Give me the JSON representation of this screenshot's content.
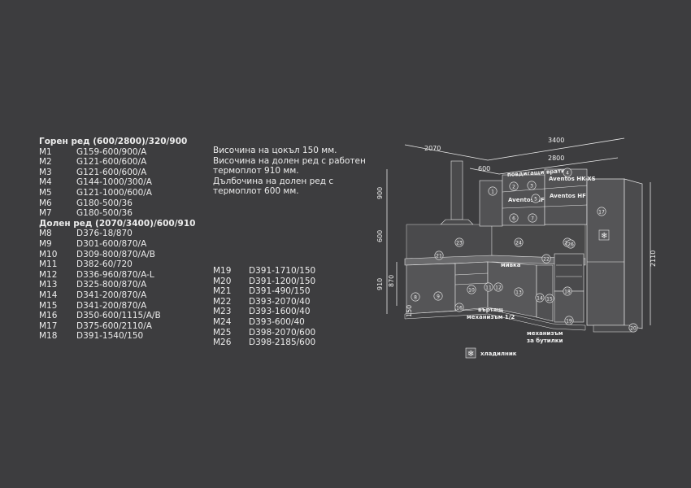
{
  "upper": {
    "title": "Горен ред (600/2800)/320/900",
    "items": [
      {
        "code": "M1",
        "value": "G159-600/900/A"
      },
      {
        "code": "M2",
        "value": "G121-600/600/A"
      },
      {
        "code": "M3",
        "value": "G121-600/600/A"
      },
      {
        "code": "M4",
        "value": "G144-1000/300/A"
      },
      {
        "code": "M5",
        "value": "G121-1000/600/A"
      },
      {
        "code": "M6",
        "value": "G180-500/36"
      },
      {
        "code": "M7",
        "value": "G180-500/36"
      }
    ]
  },
  "lower": {
    "title": "Долен ред (2070/3400)/600/910",
    "items": [
      {
        "code": "M8",
        "value": "D376-18/870"
      },
      {
        "code": "M9",
        "value": "D301-600/870/A"
      },
      {
        "code": "M10",
        "value": "D309-800/870/A/B"
      },
      {
        "code": "M11",
        "value": "D382-60/720"
      },
      {
        "code": "M12",
        "value": "D336-960/870/A-L"
      },
      {
        "code": "M13",
        "value": "D325-800/870/A"
      },
      {
        "code": "M14",
        "value": "D341-200/870/A"
      },
      {
        "code": "M15",
        "value": "D341-200/870/A"
      },
      {
        "code": "M16",
        "value": "D350-600/1115/A/B"
      },
      {
        "code": "M17",
        "value": "D375-600/2110/A"
      },
      {
        "code": "M18",
        "value": "D391-1540/150"
      }
    ],
    "items_col2": [
      {
        "code": "M19",
        "value": "D391-1710/150"
      },
      {
        "code": "M20",
        "value": "D391-1200/150"
      },
      {
        "code": "M21",
        "value": "D391-490/150"
      },
      {
        "code": "M22",
        "value": "D393-2070/40"
      },
      {
        "code": "M23",
        "value": "D393-1600/40"
      },
      {
        "code": "M24",
        "value": "D393-600/40"
      },
      {
        "code": "M25",
        "value": "D398-2070/600"
      },
      {
        "code": "M26",
        "value": "D398-2185/600"
      }
    ]
  },
  "notes": [
    "Височина на цокъл 150 мм.",
    "Височина на долен ред с работен",
    "термоплот 910 мм.",
    "Дълбочина на долен ред с",
    "термоплот 600 мм."
  ],
  "diagram": {
    "dims": {
      "d2070": "2070",
      "d3400": "3400",
      "d600": "600",
      "d2800": "2800",
      "v900": "900",
      "v600": "600",
      "v910": "910",
      "v870": "870",
      "v150": "150",
      "v2110": "2110"
    },
    "labels": {
      "lift_doors": "повдигащи врати",
      "hood1": "Aventos HK-XS",
      "hood2": "Aventos HF",
      "hood3": "Aventos HF",
      "sink": "мивка",
      "rotating": "въртящ",
      "rotating2": "механизъм 1/2",
      "bottles": "механизъм",
      "bottles2": "за бутилки",
      "fridge": "хладилник"
    },
    "markers": [
      "1",
      "2",
      "3",
      "4",
      "5",
      "6",
      "7",
      "8",
      "9",
      "10",
      "11",
      "12",
      "13",
      "14",
      "15",
      "16",
      "17",
      "18",
      "19",
      "20",
      "21",
      "22",
      "23",
      "24",
      "25",
      "26"
    ]
  },
  "colors": {
    "background": "#3d3d3f",
    "line": "#e8e8e8",
    "cabinet": "#565658"
  }
}
